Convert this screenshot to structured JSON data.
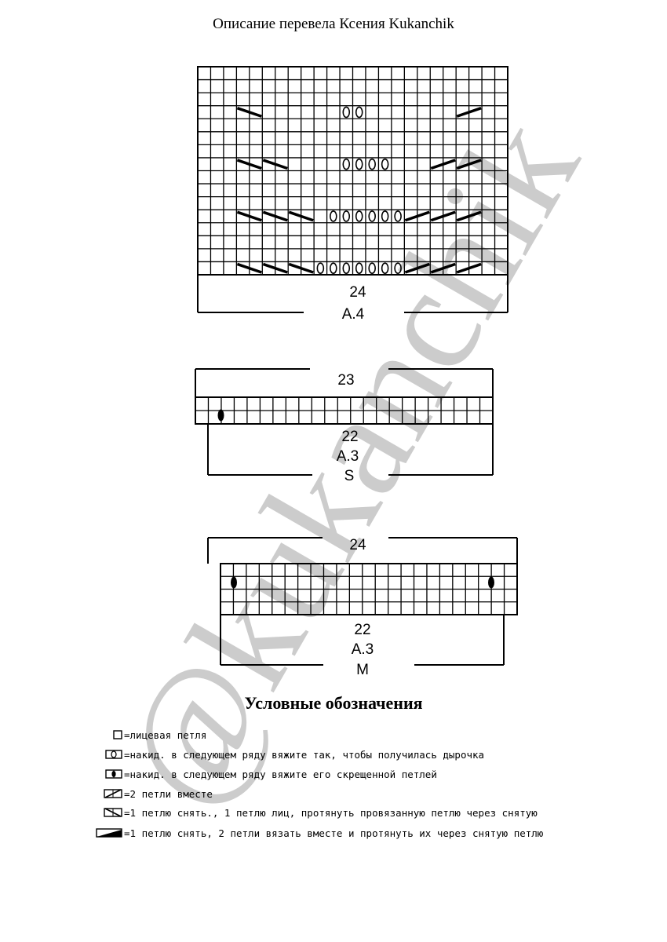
{
  "header": {
    "title": "Описание перевела Ксения Kukanchik"
  },
  "watermark": {
    "text": "@kukanchik"
  },
  "diagrams": [
    {
      "id": "A.4",
      "width_label": "24",
      "name": "A.4",
      "size": ""
    },
    {
      "id": "A.3-S",
      "top_label": "23",
      "width_label": "22",
      "name": "A.3",
      "size": "S"
    },
    {
      "id": "A.3-M",
      "top_label": "24",
      "width_label": "22",
      "name": "A.3",
      "size": "M"
    }
  ],
  "legend": {
    "title": "Условные обозначения",
    "items": [
      {
        "symbol": "knit-square-icon",
        "text": "=лицевая петля"
      },
      {
        "symbol": "yarn-over-eyelet-icon",
        "text": "=накид. в следующем ряду вяжите так, чтобы получилась дырочка"
      },
      {
        "symbol": "yarn-over-twisted-icon",
        "text": "=накид. в следующем ряду вяжите его скрещенной петлей"
      },
      {
        "symbol": "k2tog-icon",
        "text": "=2 петли вместе"
      },
      {
        "symbol": "skp-icon",
        "text": "=1 петлю снять., 1 петлю лиц, протянуть провязанную петлю через снятую"
      },
      {
        "symbol": "sk2p-icon",
        "text": "=1 петлю снять, 2 петли вязать вместе и протянуть их через снятую петлю"
      }
    ]
  }
}
